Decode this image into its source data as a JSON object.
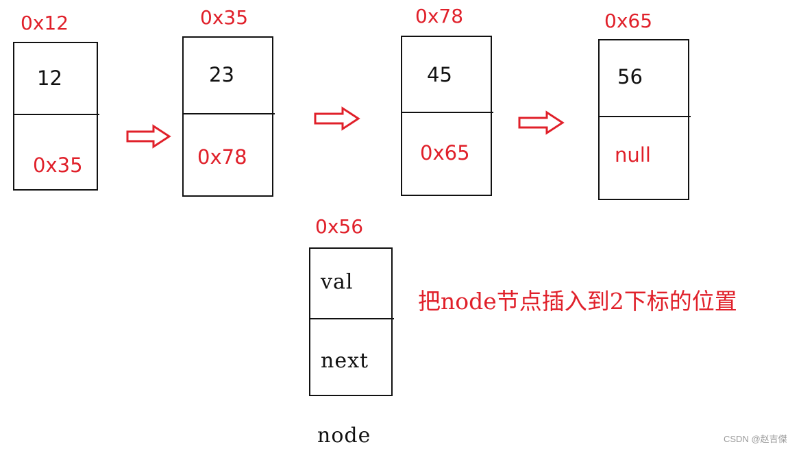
{
  "nodes": [
    {
      "address": "0x12",
      "value": "12",
      "next": "0x35"
    },
    {
      "address": "0x35",
      "value": "23",
      "next": "0x78"
    },
    {
      "address": "0x78",
      "value": "45",
      "next": "0x65"
    },
    {
      "address": "0x65",
      "value": "56",
      "next": "null"
    }
  ],
  "new_node": {
    "address": "0x56",
    "value_field": "val",
    "next_field": "next",
    "label": "node"
  },
  "caption": "把node节点插入到2下标的位置",
  "watermark": "CSDN @赵吉傑",
  "colors": {
    "accent": "#e0202a",
    "stroke": "#111111"
  }
}
